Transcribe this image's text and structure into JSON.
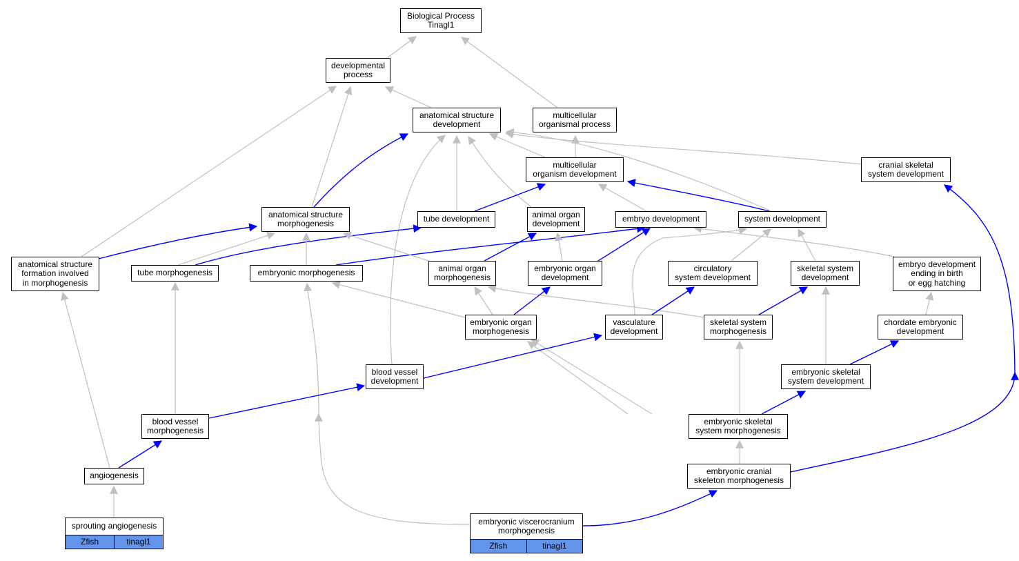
{
  "colors": {
    "is_a": "#c0c0c0",
    "part_of": "#0000ff",
    "annotation": "#6495ed",
    "border": "#000000"
  },
  "nodes": [
    {
      "id": "root",
      "lines": [
        "Biological Process",
        "Tinagl1"
      ]
    },
    {
      "id": "devproc",
      "lines": [
        "developmental",
        "process"
      ]
    },
    {
      "id": "asd",
      "lines": [
        "anatomical structure",
        "development"
      ]
    },
    {
      "id": "mop",
      "lines": [
        "multicellular",
        "organismal process"
      ]
    },
    {
      "id": "mod",
      "lines": [
        "multicellular",
        "organism development"
      ]
    },
    {
      "id": "csd",
      "lines": [
        "cranial skeletal",
        "system development"
      ]
    },
    {
      "id": "asm",
      "lines": [
        "anatomical structure",
        "morphogenesis"
      ]
    },
    {
      "id": "tubedev",
      "lines": [
        "tube development"
      ]
    },
    {
      "id": "aod",
      "lines": [
        "animal organ",
        "development"
      ]
    },
    {
      "id": "embdev",
      "lines": [
        "embryo development"
      ]
    },
    {
      "id": "sysdev",
      "lines": [
        "system development"
      ]
    },
    {
      "id": "asfm",
      "lines": [
        "anatomical structure",
        "formation involved",
        "in morphogenesis"
      ]
    },
    {
      "id": "tubemorph",
      "lines": [
        "tube morphogenesis"
      ]
    },
    {
      "id": "embmorph",
      "lines": [
        "embryonic morphogenesis"
      ]
    },
    {
      "id": "aom",
      "lines": [
        "animal organ",
        "morphogenesis"
      ]
    },
    {
      "id": "eod",
      "lines": [
        "embryonic organ",
        "development"
      ]
    },
    {
      "id": "circ",
      "lines": [
        "circulatory",
        "system development"
      ]
    },
    {
      "id": "ssd",
      "lines": [
        "skeletal system",
        "development"
      ]
    },
    {
      "id": "edeb",
      "lines": [
        "embryo development",
        "ending in birth",
        "or egg hatching"
      ]
    },
    {
      "id": "eom",
      "lines": [
        "embryonic organ",
        "morphogenesis"
      ]
    },
    {
      "id": "vasc",
      "lines": [
        "vasculature",
        "development"
      ]
    },
    {
      "id": "ssm",
      "lines": [
        "skeletal system",
        "morphogenesis"
      ]
    },
    {
      "id": "ced",
      "lines": [
        "chordate embryonic",
        "development"
      ]
    },
    {
      "id": "bvd",
      "lines": [
        "blood vessel",
        "development"
      ]
    },
    {
      "id": "essd",
      "lines": [
        "embryonic skeletal",
        "system development"
      ]
    },
    {
      "id": "bvm",
      "lines": [
        "blood vessel",
        "morphogenesis"
      ]
    },
    {
      "id": "essm",
      "lines": [
        "embryonic skeletal",
        "system morphogenesis"
      ]
    },
    {
      "id": "angio",
      "lines": [
        "angiogenesis"
      ]
    },
    {
      "id": "ecsm",
      "lines": [
        "embryonic cranial",
        "skeleton morphogenesis"
      ]
    },
    {
      "id": "sprout",
      "lines": [
        "sprouting angiogenesis"
      ],
      "annotations": [
        "Zfish",
        "tinagl1"
      ]
    },
    {
      "id": "evm",
      "lines": [
        "embryonic viscerocranium",
        "morphogenesis"
      ],
      "annotations": [
        "Zfish",
        "tinagl1"
      ]
    }
  ]
}
